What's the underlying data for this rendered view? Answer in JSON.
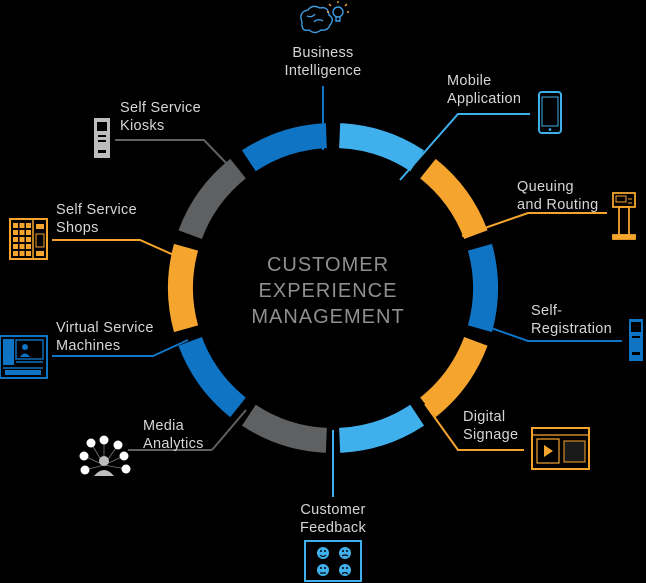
{
  "center": {
    "line1": "CUSTOMER",
    "line2": "EXPERIENCE",
    "line3": "MANAGEMENT"
  },
  "nodes": {
    "business_intelligence": {
      "line1": "Business",
      "line2": "Intelligence",
      "icon": "brain-lightbulb-icon"
    },
    "mobile_application": {
      "line1": "Mobile",
      "line2": "Application",
      "icon": "smartphone-icon"
    },
    "queuing_routing": {
      "line1": "Queuing",
      "line2": "and Routing",
      "icon": "ticket-kiosk-icon"
    },
    "self_registration": {
      "line1": "Self-",
      "line2": "Registration",
      "icon": "registration-kiosk-icon"
    },
    "digital_signage": {
      "line1": "Digital",
      "line2": "Signage",
      "icon": "video-screen-icon"
    },
    "customer_feedback": {
      "line1": "Customer",
      "line2": "Feedback",
      "icon": "emoji-feedback-icon"
    },
    "media_analytics": {
      "line1": "Media",
      "line2": "Analytics",
      "icon": "social-media-network-icon"
    },
    "virtual_service_machines": {
      "line1": "Virtual Service",
      "line2": "Machines",
      "icon": "virtual-machine-icon"
    },
    "self_service_shops": {
      "line1": "Self Service",
      "line2": "Shops",
      "icon": "vending-shop-icon"
    },
    "self_service_kiosks": {
      "line1": "Self Service",
      "line2": "Kiosks",
      "icon": "kiosk-icon"
    }
  },
  "colors": {
    "background": "#000000",
    "blue": "#0f74c4",
    "light_blue": "#3fb0ec",
    "orange": "#f5a52d",
    "gray": "#5f6062",
    "text": "#d6d6d6",
    "center_text": "#8f8f8f"
  }
}
